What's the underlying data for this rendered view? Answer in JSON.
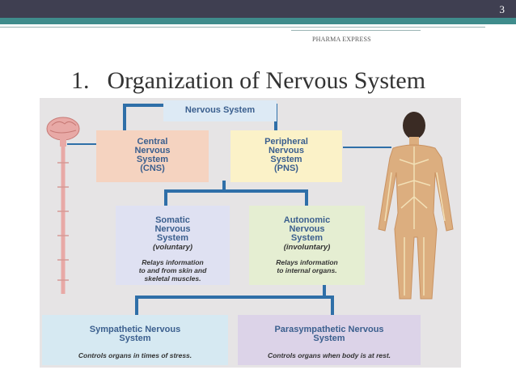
{
  "slide": {
    "number": "3",
    "source": "PHARMA EXPRESS",
    "title_number": "1.",
    "title": "Organization of Nervous System"
  },
  "diagram": {
    "root": "Nervous System",
    "cns": {
      "line1": "Central",
      "line2": "Nervous",
      "line3": "System",
      "line4": "(CNS)"
    },
    "pns": {
      "line1": "Peripheral",
      "line2": "Nervous",
      "line3": "System",
      "line4": "(PNS)"
    },
    "somatic": {
      "line1": "Somatic",
      "line2": "Nervous",
      "line3": "System",
      "qualifier": "(voluntary)",
      "note1": "Relays information",
      "note2": "to and from skin and",
      "note3": "skeletal muscles."
    },
    "autonomic": {
      "line1": "Autonomic",
      "line2": "Nervous",
      "line3": "System",
      "qualifier": "(involuntary)",
      "note1": "Relays information",
      "note2": "to internal organs."
    },
    "sympathetic": {
      "line1": "Sympathetic Nervous",
      "line2": "System",
      "note": "Controls organs in times of stress."
    },
    "parasympathetic": {
      "line1": "Parasympathetic Nervous",
      "line2": "System",
      "note": "Controls organs when body is at rest."
    }
  },
  "colors": {
    "header_bar": "#3f3f51",
    "accent_teal": "#3f8c8c",
    "connector_blue": "#2f6fa8",
    "box_text_blue": "#3b5f8e"
  },
  "illustrations": [
    "brain-spinal-cord-illustration",
    "human-body-nerves-illustration"
  ]
}
